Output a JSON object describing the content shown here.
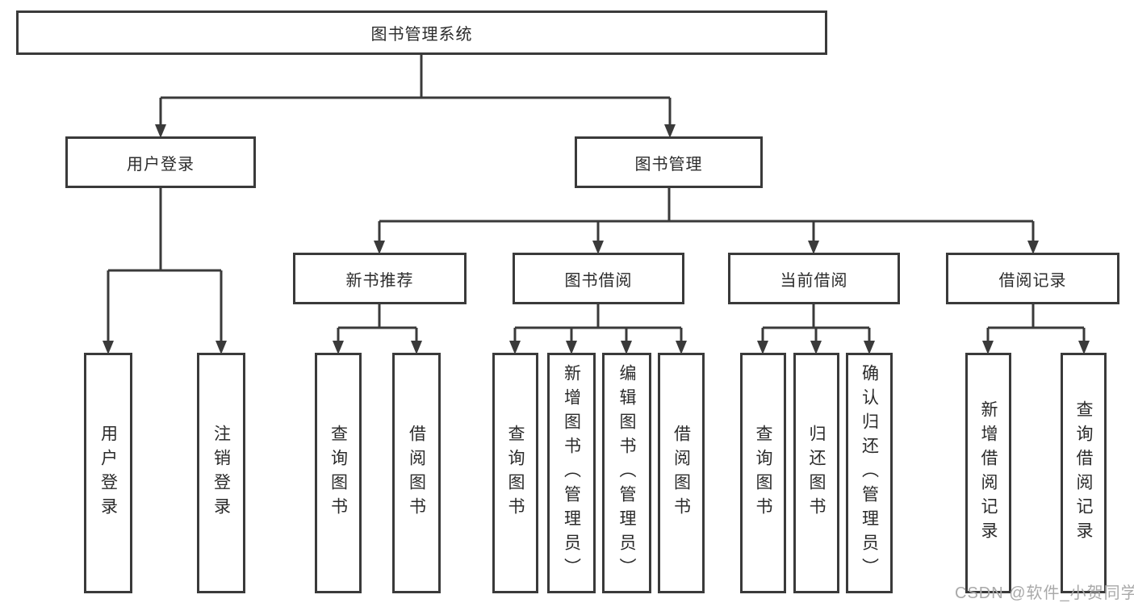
{
  "tree": {
    "label": "图书管理系统",
    "children": [
      {
        "label": "用户登录",
        "children": [
          {
            "label": "用户登录"
          },
          {
            "label": "注销登录"
          }
        ]
      },
      {
        "label": "图书管理",
        "children": [
          {
            "label": "新书推荐",
            "children": [
              {
                "label": "查询图书"
              },
              {
                "label": "借阅图书"
              }
            ]
          },
          {
            "label": "图书借阅",
            "children": [
              {
                "label": "查询图书"
              },
              {
                "label": "新增图书（管理员）"
              },
              {
                "label": "编辑图书（管理员）"
              },
              {
                "label": "借阅图书"
              }
            ]
          },
          {
            "label": "当前借阅",
            "children": [
              {
                "label": "查询图书"
              },
              {
                "label": "归还图书"
              },
              {
                "label": "确认归还（管理员）"
              }
            ]
          },
          {
            "label": "借阅记录",
            "children": [
              {
                "label": "新增借阅记录"
              },
              {
                "label": "查询借阅记录"
              }
            ]
          }
        ]
      }
    ]
  },
  "watermark": {
    "text": "CSDN @软件_小贺同学"
  },
  "colors": {
    "line": "#3a3a3a",
    "box_border": "#3a3a3a",
    "text": "#2b2b2b",
    "watermark": "#a9a9a9",
    "background": "#ffffff"
  }
}
